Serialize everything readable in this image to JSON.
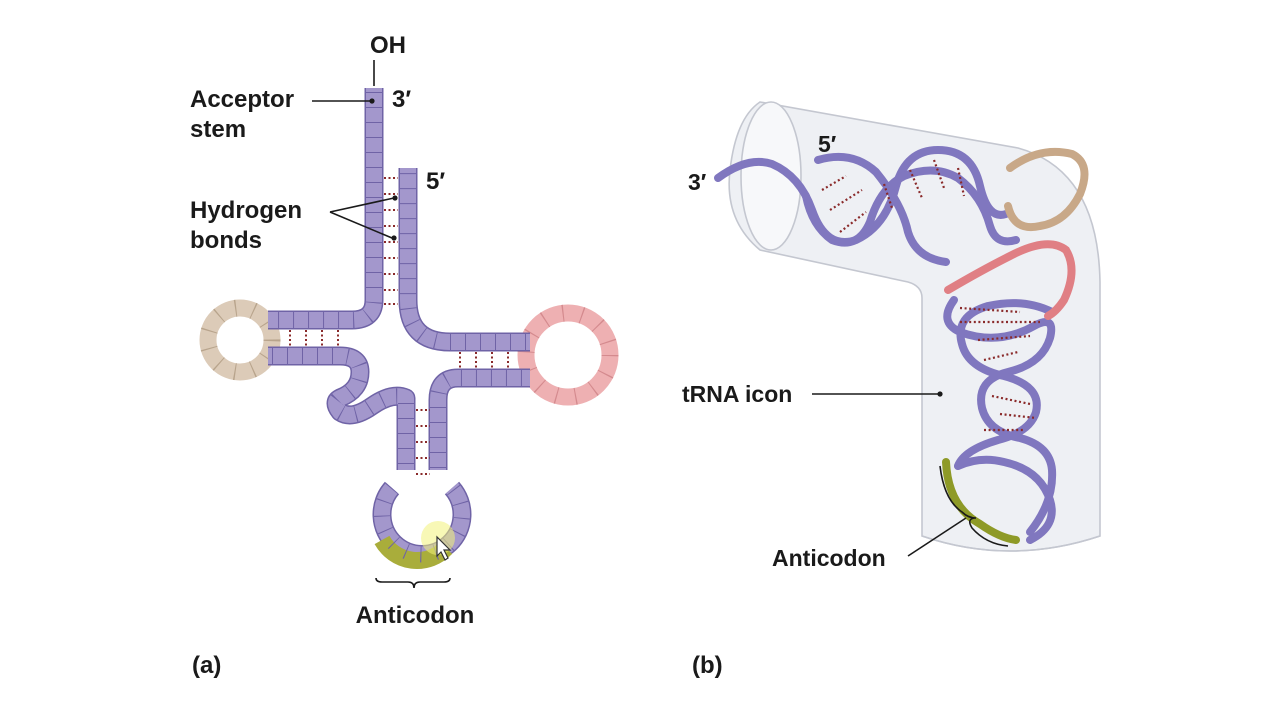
{
  "panel_a": {
    "label": "(a)",
    "oh": "OH",
    "three_prime": "3′",
    "five_prime": "5′",
    "acceptor_line1": "Acceptor",
    "acceptor_line2": "stem",
    "hbond_line1": "Hydrogen",
    "hbond_line2": "bonds",
    "anticodon": "Anticodon"
  },
  "panel_b": {
    "label": "(b)",
    "three_prime": "3′",
    "five_prime": "5′",
    "trna_icon": "tRNA icon",
    "anticodon": "Anticodon"
  },
  "colors": {
    "backbone": "#a397cc",
    "backbone_edge": "#6f63a6",
    "helix": "#8077bf",
    "d_loop": "#dccbb8",
    "d_loop_3d": "#c8a888",
    "t_loop": "#eeb0b2",
    "t_loop_3d": "#e07f84",
    "anticodon_loop": "#a9ad3b",
    "anticodon_3d": "#8e9a27",
    "h_bond": "#8a2a2a",
    "cylinder_fill": "#eef0f4",
    "cylinder_edge": "#c4c7d0",
    "text": "#1a1a1a"
  }
}
